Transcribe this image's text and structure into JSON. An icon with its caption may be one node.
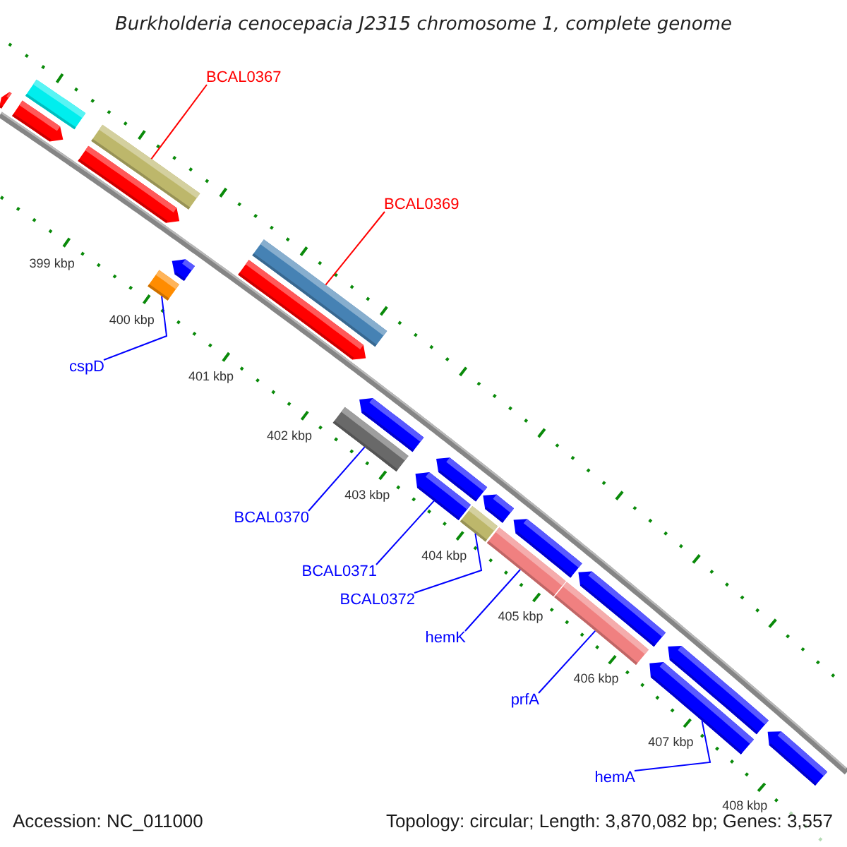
{
  "diagram": {
    "title": "Burkholderia cenocepacia J2315 chromosome 1, complete genome",
    "nodes": [
      {
        "text": [],
        "shape": "pentagon"
      },
      {
        "text": [],
        "shape": "bar"
      },
      {
        "text": [],
        "shape": "pentagon"
      },
      {
        "text": [
          "BCAL0367"
        ]
      },
      {
        "text": [],
        "shape": "bar"
      },
      {
        "text": [],
        "shape": "pentagon"
      },
      {
        "text": [
          "BCAL0369"
        ]
      },
      {
        "text": [],
        "shape": "bar"
      },
      {
        "text": [],
        "shape": "pentagon"
      },
      {
        "text": [],
        "shape": "pentagon"
      },
      {
        "text": [],
        "shape": "bar"
      },
      {
        "text": [
          "cspD"
        ]
      },
      {
        "text": [],
        "shape": "pentagon"
      },
      {
        "text": [],
        "shape": "bar"
      },
      {
        "text": [
          "BCAL0370"
        ]
      },
      {
        "text": [],
        "shape": "pentagon"
      },
      {
        "text": [],
        "shape": "pentagon"
      },
      {
        "text": [
          "BCAL0371"
        ]
      },
      {
        "text": [],
        "shape": "pentagon"
      },
      {
        "text": [],
        "shape": "bar"
      },
      {
        "text": [
          "BCAL0372"
        ]
      },
      {
        "text": [],
        "shape": "pentagon"
      },
      {
        "text": [],
        "shape": "bar"
      },
      {
        "text": [
          "hemK"
        ]
      },
      {
        "text": [],
        "shape": "pentagon"
      },
      {
        "text": [],
        "shape": "bar"
      },
      {
        "text": [
          "prfA"
        ]
      },
      {
        "text": [],
        "shape": "pentagon"
      },
      {
        "text": [],
        "shape": "pentagon"
      },
      {
        "text": [
          "hemA"
        ]
      },
      {
        "text": [],
        "shape": "pentagon"
      }
    ],
    "edges": [
      {
        "from": 3,
        "to": 4,
        "arrow": "none",
        "color": "#ff0000"
      },
      {
        "from": 6,
        "to": 7,
        "arrow": "none",
        "color": "#ff0000"
      },
      {
        "from": 11,
        "to": 10,
        "arrow": "none"
      },
      {
        "from": 14,
        "to": 13,
        "arrow": "none"
      },
      {
        "from": 17,
        "to": 16,
        "arrow": "none"
      },
      {
        "from": 20,
        "to": 19,
        "arrow": "none"
      },
      {
        "from": 23,
        "to": 22,
        "arrow": "none"
      },
      {
        "from": 26,
        "to": 25,
        "arrow": "none"
      },
      {
        "from": 29,
        "to": 28,
        "arrow": "none"
      }
    ],
    "labels": [
      "399 kbp",
      "400 kbp",
      "401 kbp",
      "402 kbp",
      "403 kbp",
      "404 kbp",
      "405 kbp",
      "406 kbp",
      "407 kbp",
      "408 kbp",
      "Accession: NC_011000",
      "Topology: circular; Length: 3,870,082 bp; Genes: 3,557"
    ]
  }
}
